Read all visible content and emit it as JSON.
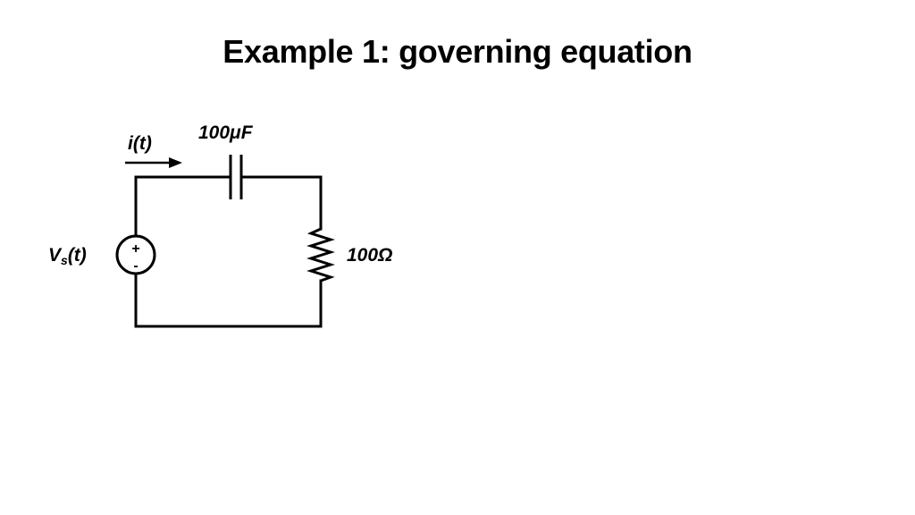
{
  "title": "Example 1: governing equation",
  "circuit": {
    "current_label": "i(t)",
    "capacitor_label": "100μF",
    "resistor_label": "100Ω",
    "source_label_main": "V",
    "source_label_sub": "s",
    "source_label_tail": "(t)",
    "source_plus": "+",
    "source_minus": "-"
  }
}
